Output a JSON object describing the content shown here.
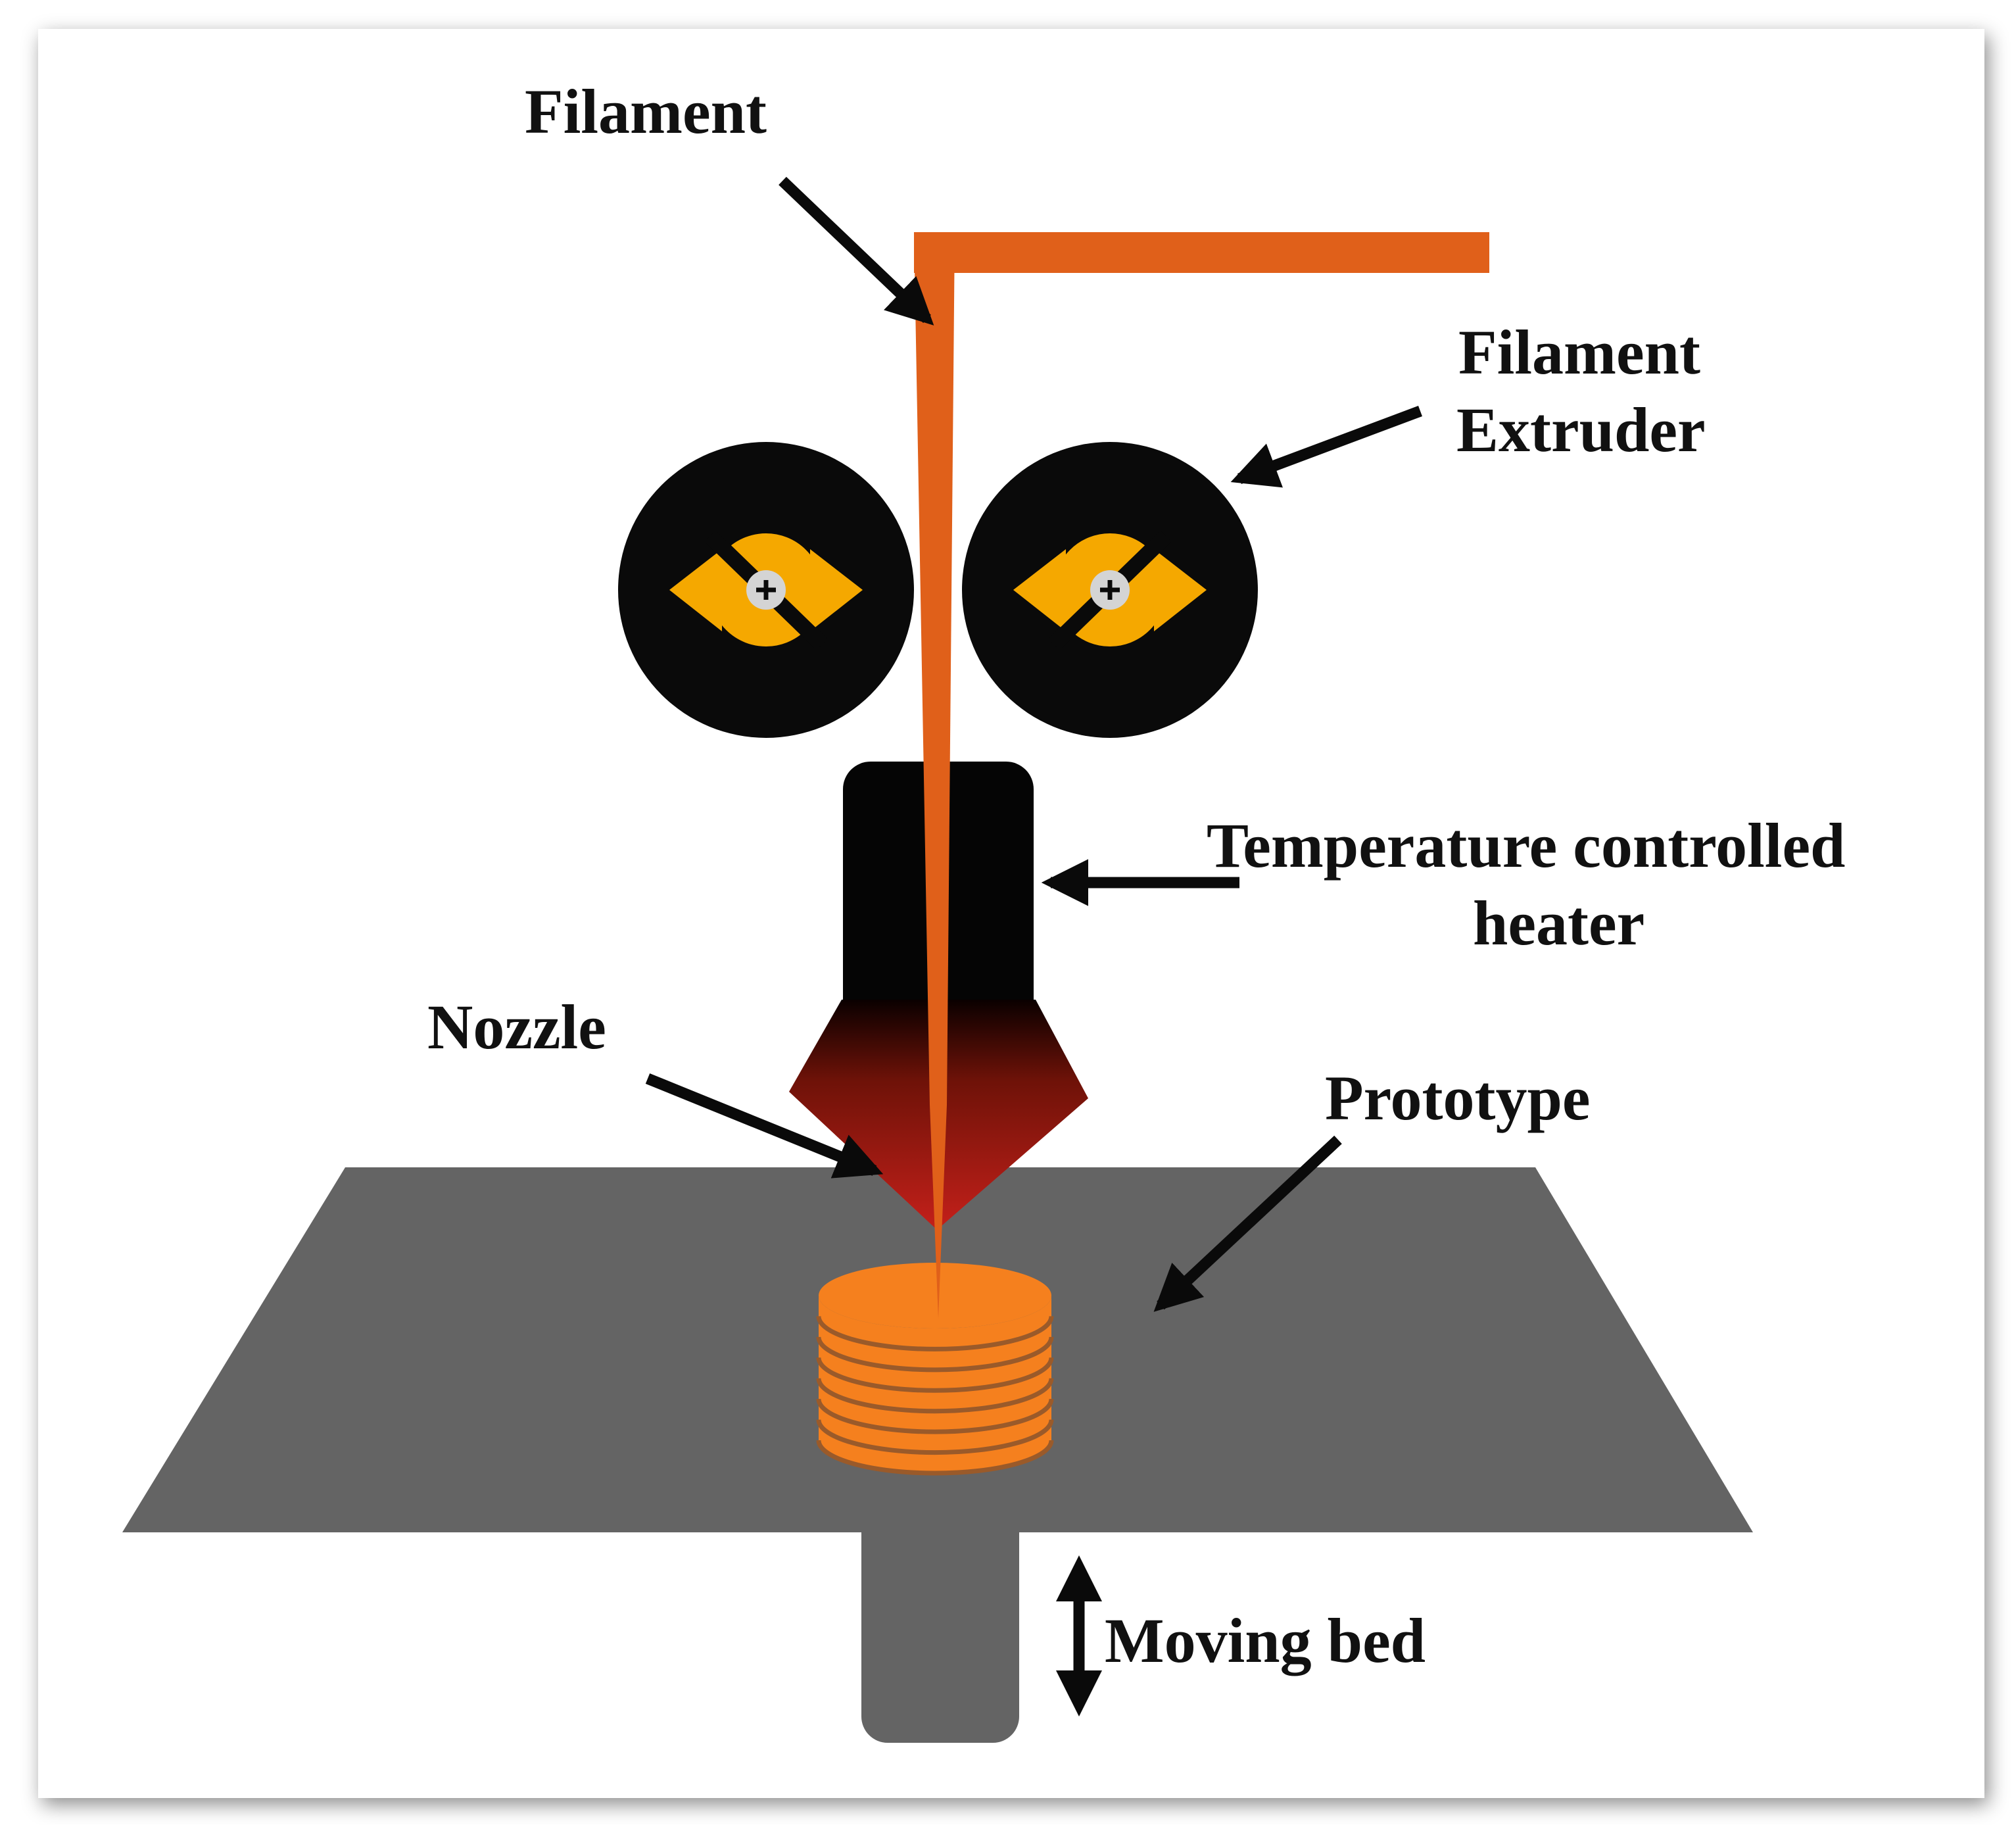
{
  "labels": {
    "filament": "Filament",
    "extruder_line1": "Filament",
    "extruder_line2": "Extruder",
    "heater_line1": "Temperature controlled",
    "heater_line2": "heater",
    "nozzle": "Nozzle",
    "prototype": "Prototype",
    "moving_bed": "Moving bed"
  },
  "colors": {
    "filament": "#e0601a",
    "prototype": "#f5801e",
    "roller": "#0a0a0a",
    "roller_arrows": "#f5a800",
    "heater": "#050505",
    "nozzle_hot": "#c4201a",
    "bed": "#646464",
    "text": "#111111"
  },
  "icons": {
    "roller_rotation": "circular-arrows-icon",
    "axle": "plus-screw-icon",
    "bed_motion": "double-headed-vertical-arrow-icon"
  },
  "prototype": {
    "layer_count": 7
  }
}
